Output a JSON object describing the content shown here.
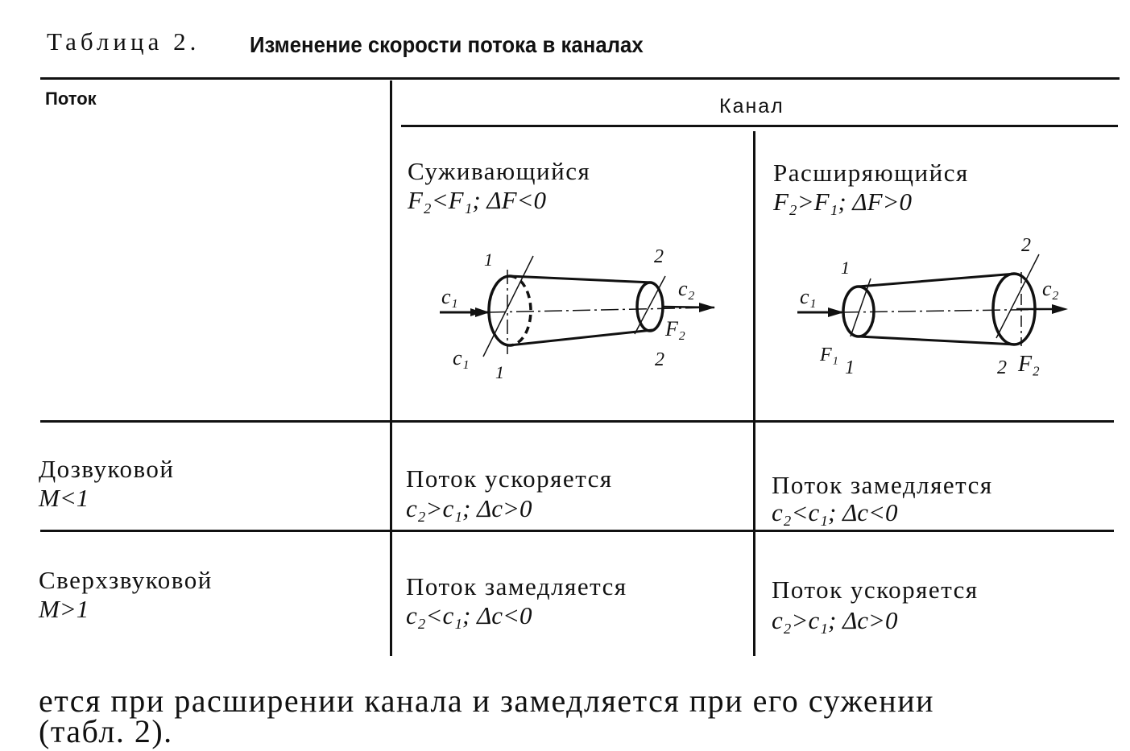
{
  "table": {
    "title_prefix": "Таблица 2.",
    "title_main": "Изменение скорости потока в каналах",
    "header": {
      "flow_label": "Поток",
      "channel_label": "Канал",
      "converging_label": "Суживающийся",
      "converging_formula": "F₂<F₁; ΔF<0",
      "diverging_label": "Расширяющийся",
      "diverging_formula": "F₂>F₁; ΔF>0"
    },
    "rows": [
      {
        "flow": "Дозвуковой",
        "mach": "M<1",
        "converging_text": "Поток ускоряется",
        "converging_formula": "c₂>c₁; Δc>0",
        "diverging_text": "Поток замедляется",
        "diverging_formula": "c₂<c₁; Δc<0"
      },
      {
        "flow": "Сверхзвуковой",
        "mach": "M>1",
        "converging_text": "Поток замедляется",
        "converging_formula": "c₂<c₁; Δc<0",
        "diverging_text": "Поток ускоряется",
        "diverging_formula": "c₂>c₁; Δc>0"
      }
    ]
  },
  "diagrams": {
    "converging": {
      "c1_in": "c₁",
      "c2_out": "c₂",
      "c1_lower": "c₁",
      "section1_top": "1",
      "section1_bottom": "1",
      "section2_top": "2",
      "section2_bottom": "2",
      "f2": "F₂"
    },
    "diverging": {
      "c1_in": "c₁",
      "c2_out": "c₂",
      "section1_top": "1",
      "section1_bottom": "1",
      "f1": "F₁",
      "section2_top": "2",
      "section2_bottom": "2",
      "f2": "F₂"
    }
  },
  "body": {
    "line1": "ется при расширении канала и замедляется при  его  сужении",
    "line2": "(табл. 2)."
  }
}
